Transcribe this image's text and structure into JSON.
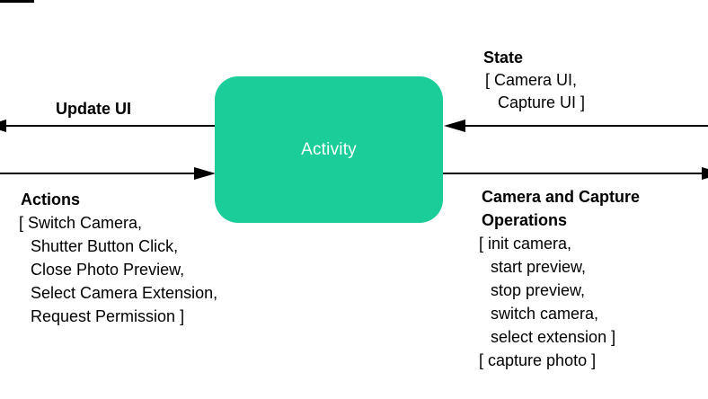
{
  "node": {
    "label": "Activity"
  },
  "left": {
    "update_ui": {
      "label": "Update UI"
    },
    "actions": {
      "heading": "Actions",
      "items": [
        "[ Switch Camera,",
        "Shutter Button Click,",
        "Close Photo Preview,",
        "Select Camera Extension,",
        "Request Permission ]"
      ]
    }
  },
  "right": {
    "state": {
      "heading": "State",
      "items": [
        "[ Camera UI,",
        "Capture UI ]"
      ]
    },
    "camera_ops": {
      "heading_lines": [
        "Camera and Capture",
        "Operations"
      ],
      "items": [
        "[ init camera,",
        "start preview,",
        "stop preview,",
        "switch camera,",
        "select extension ]",
        "[ capture photo ]"
      ]
    }
  },
  "colors": {
    "node_fill": "#1BCD98",
    "node_text": "#FFFFFF",
    "line": "#000000",
    "text": "#000000",
    "background": "#FFFFFF"
  }
}
